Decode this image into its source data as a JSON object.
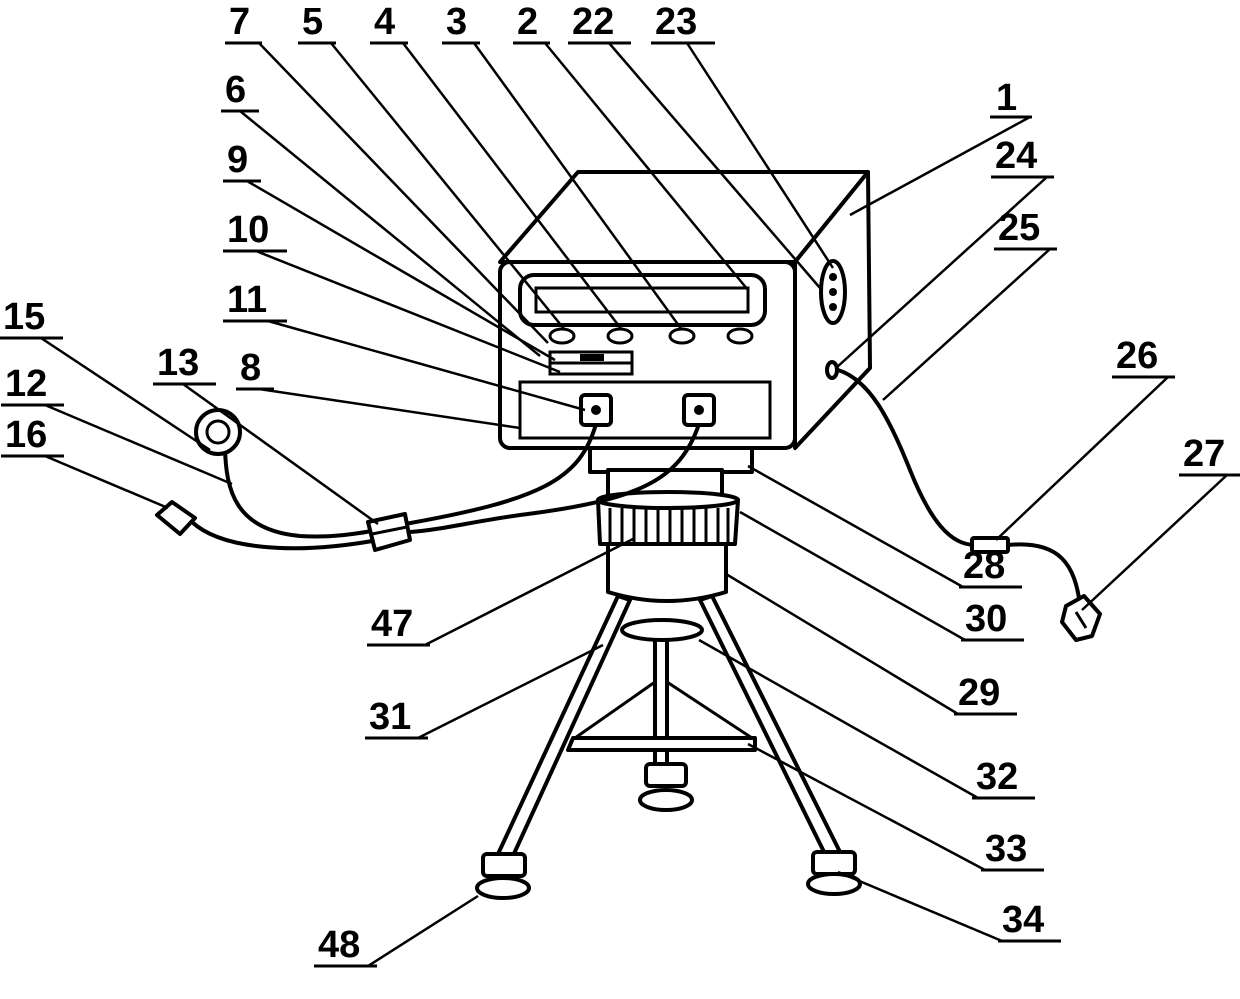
{
  "labels": {
    "l7": "7",
    "l5": "5",
    "l4": "4",
    "l3": "3",
    "l2": "2",
    "l22": "22",
    "l23": "23",
    "l6": "6",
    "l9": "9",
    "l10": "10",
    "l11": "11",
    "l8": "8",
    "l15": "15",
    "l13": "13",
    "l12": "12",
    "l16": "16",
    "l1": "1",
    "l24": "24",
    "l25": "25",
    "l26": "26",
    "l27": "27",
    "l28": "28",
    "l30": "30",
    "l29": "29",
    "l47": "47",
    "l31": "31",
    "l32": "32",
    "l33": "33",
    "l34": "34",
    "l48": "48"
  }
}
